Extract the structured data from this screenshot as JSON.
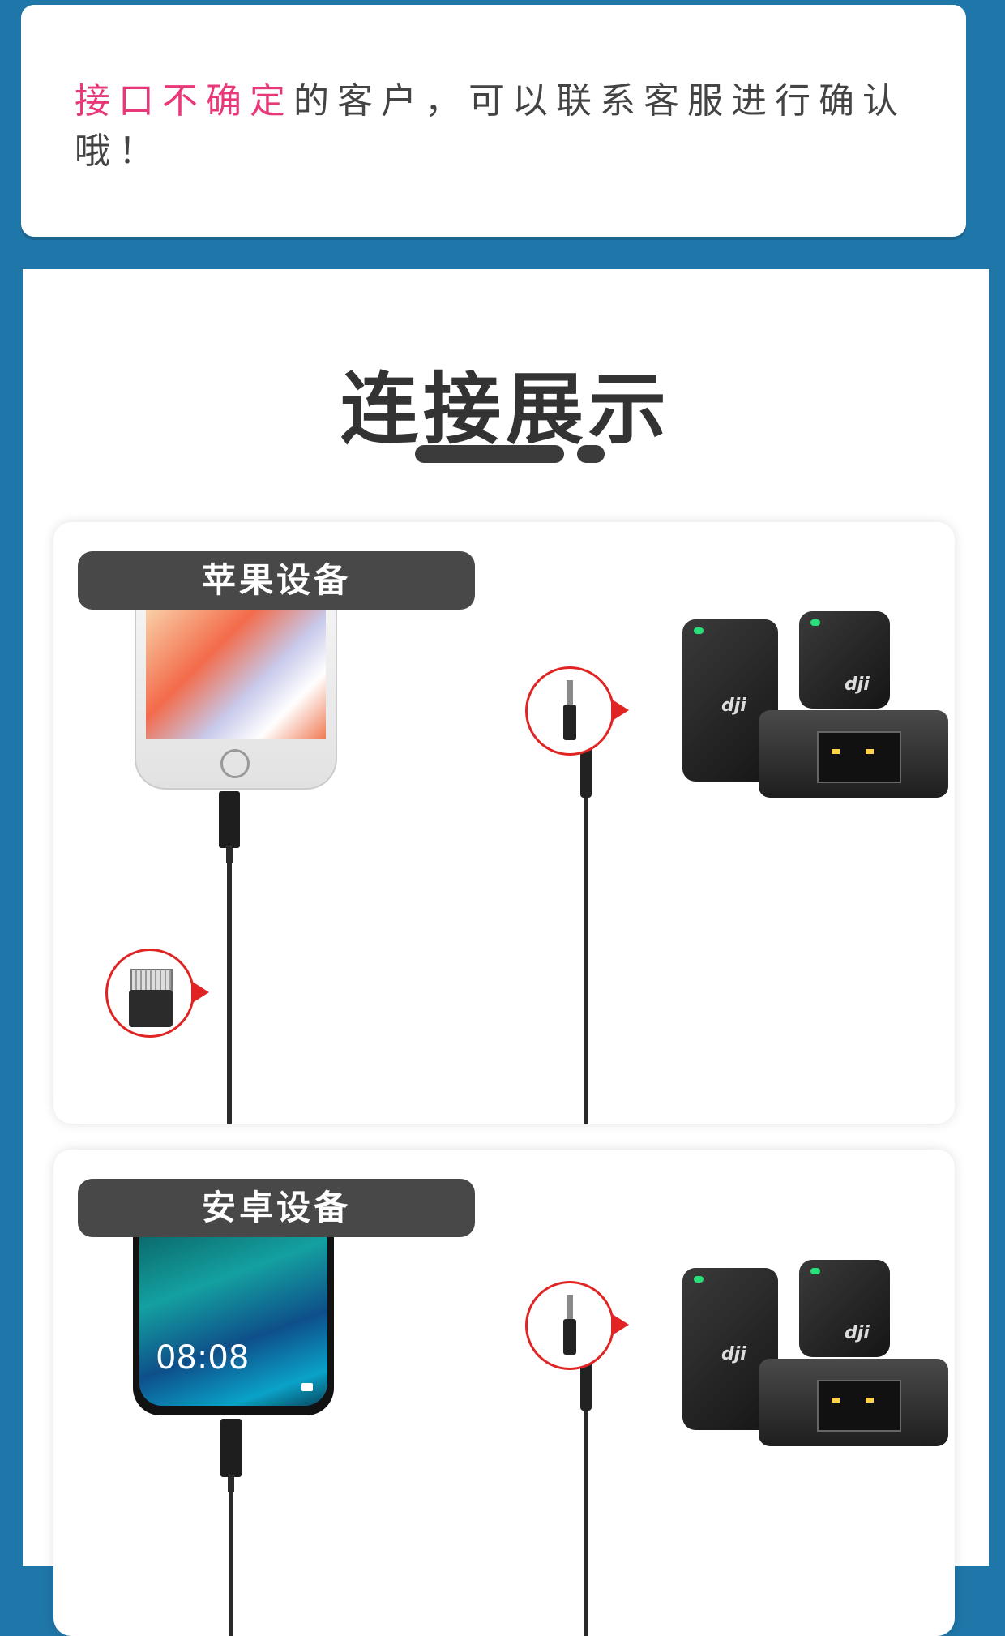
{
  "notice": {
    "highlight": "接口不确定",
    "rest": "的客户，可以联系客服进行确认哦！"
  },
  "section": {
    "title": "连接展示"
  },
  "cards": [
    {
      "label": "苹果设备"
    },
    {
      "label": "安卓设备",
      "clock": "08:08"
    }
  ],
  "devices": {
    "logo": "dji"
  },
  "colors": {
    "background": "#1f76a8",
    "highlight": "#e8387a",
    "label_bg": "#484848",
    "indicator_red": "#e02424",
    "led_green": "#27e07a"
  }
}
